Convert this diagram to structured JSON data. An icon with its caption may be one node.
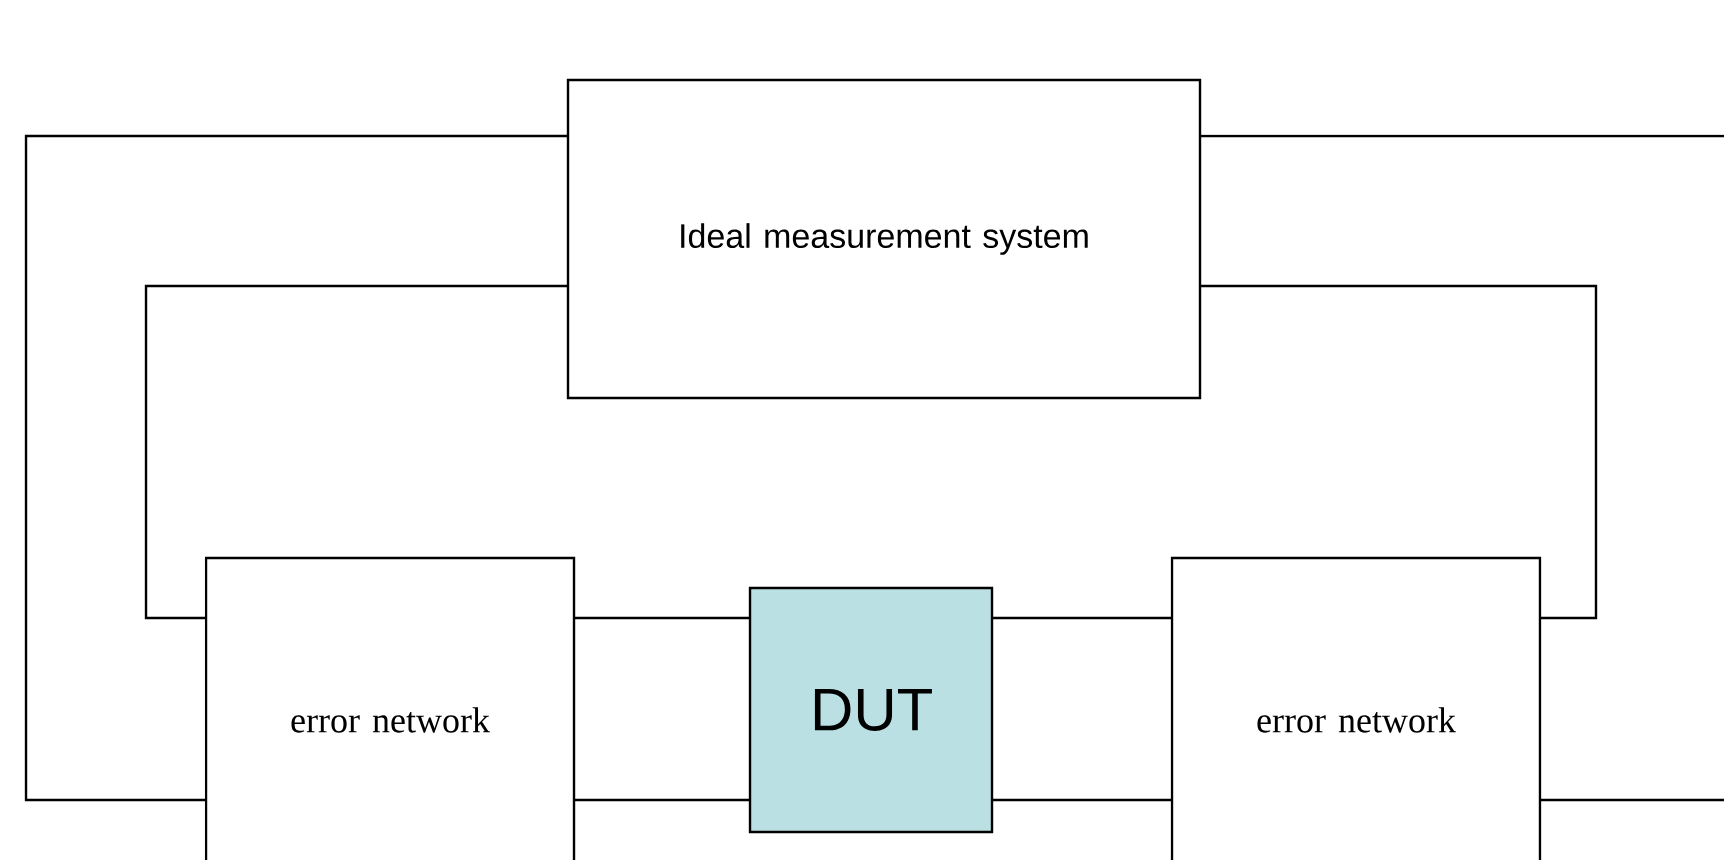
{
  "diagram": {
    "nodes": [
      {
        "text": [
          "Ideal measurement system"
        ]
      },
      {
        "text": [
          "error network"
        ]
      },
      {
        "text": [
          "DUT"
        ]
      },
      {
        "text": [
          "error network"
        ]
      }
    ],
    "edges": [
      {
        "from": 0,
        "to": 1,
        "arrow": "none"
      },
      {
        "from": 0,
        "to": 1,
        "arrow": "none"
      },
      {
        "from": 0,
        "to": null,
        "arrow": "none"
      },
      {
        "from": 0,
        "to": 3,
        "arrow": "none"
      },
      {
        "from": 1,
        "to": 2,
        "arrow": "none"
      },
      {
        "from": 1,
        "to": 2,
        "arrow": "none"
      },
      {
        "from": 2,
        "to": 3,
        "arrow": "none"
      },
      {
        "from": 2,
        "to": 3,
        "arrow": "none"
      },
      {
        "from": 3,
        "to": null,
        "arrow": "none"
      }
    ]
  }
}
